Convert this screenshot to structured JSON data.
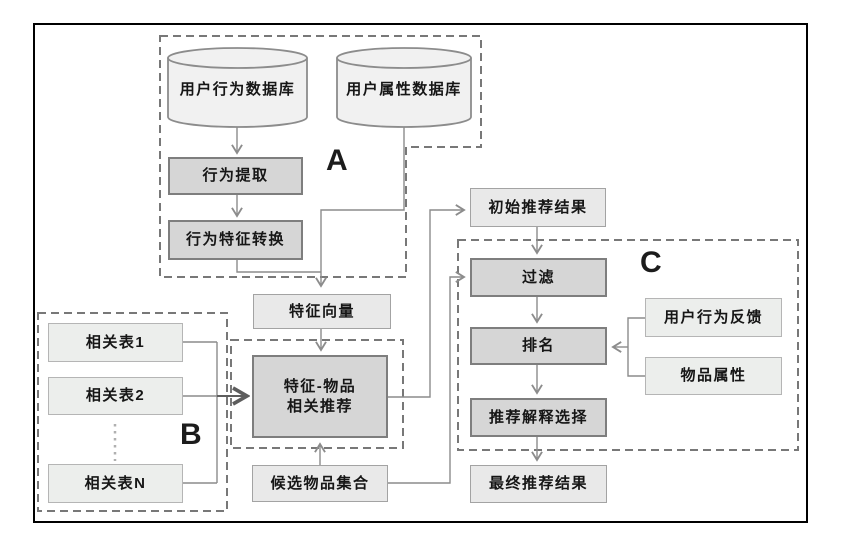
{
  "diagram": {
    "region_labels": {
      "a": "A",
      "b": "B",
      "c": "C"
    },
    "nodes": {
      "db_behavior": "用户行为数据库",
      "db_attribute": "用户属性数据库",
      "behavior_extract": "行为提取",
      "behavior_feature_convert": "行为特征转换",
      "feature_vector": "特征向量",
      "related_table_1": "相关表1",
      "related_table_2": "相关表2",
      "related_table_n": "相关表N",
      "feature_item_rec": {
        "line1": "特征-物品",
        "line2": "相关推荐"
      },
      "initial_result": "初始推荐结果",
      "filter": "过滤",
      "ranking": "排名",
      "explanation_select": "推荐解释选择",
      "final_result": "最终推荐结果",
      "user_feedback": "用户行为反馈",
      "item_attribute": "物品属性",
      "candidate_items": "候选物品集合"
    },
    "colors": {
      "light_box_fill": "#e9e9e9",
      "dark_box_fill": "#d6d6d6",
      "cylinder_fill": "#f1f1f1",
      "dashed_border": "#787878",
      "connector": "#8c8c8c",
      "frame": "#000000"
    }
  }
}
